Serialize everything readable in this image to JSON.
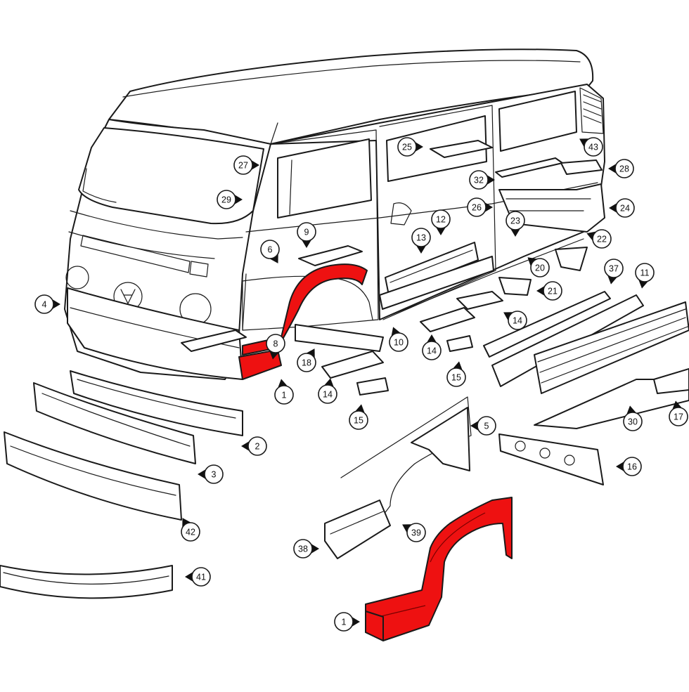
{
  "diagram": {
    "highlight_color": "#ee1111",
    "line_color": "#1a1a1a",
    "callouts": [
      {
        "id": "c1a",
        "label": "1"
      },
      {
        "id": "c1b",
        "label": "1"
      },
      {
        "id": "c2",
        "label": "2"
      },
      {
        "id": "c3",
        "label": "3"
      },
      {
        "id": "c4",
        "label": "4"
      },
      {
        "id": "c5",
        "label": "5"
      },
      {
        "id": "c6",
        "label": "6"
      },
      {
        "id": "c8",
        "label": "8"
      },
      {
        "id": "c9",
        "label": "9"
      },
      {
        "id": "c10",
        "label": "10"
      },
      {
        "id": "c11",
        "label": "11"
      },
      {
        "id": "c12",
        "label": "12"
      },
      {
        "id": "c13",
        "label": "13"
      },
      {
        "id": "c14a",
        "label": "14"
      },
      {
        "id": "c14b",
        "label": "14"
      },
      {
        "id": "c14c",
        "label": "14"
      },
      {
        "id": "c15a",
        "label": "15"
      },
      {
        "id": "c15b",
        "label": "15"
      },
      {
        "id": "c16",
        "label": "16"
      },
      {
        "id": "c17",
        "label": "17"
      },
      {
        "id": "c18",
        "label": "18"
      },
      {
        "id": "c20",
        "label": "20"
      },
      {
        "id": "c21",
        "label": "21"
      },
      {
        "id": "c22",
        "label": "22"
      },
      {
        "id": "c23",
        "label": "23"
      },
      {
        "id": "c24",
        "label": "24"
      },
      {
        "id": "c25",
        "label": "25"
      },
      {
        "id": "c26",
        "label": "26"
      },
      {
        "id": "c27",
        "label": "27"
      },
      {
        "id": "c28",
        "label": "28"
      },
      {
        "id": "c29",
        "label": "29"
      },
      {
        "id": "c30",
        "label": "30"
      },
      {
        "id": "c32",
        "label": "32"
      },
      {
        "id": "c37",
        "label": "37"
      },
      {
        "id": "c38",
        "label": "38"
      },
      {
        "id": "c39",
        "label": "39"
      },
      {
        "id": "c41",
        "label": "41"
      },
      {
        "id": "c42",
        "label": "42"
      },
      {
        "id": "c43",
        "label": "43"
      }
    ]
  }
}
